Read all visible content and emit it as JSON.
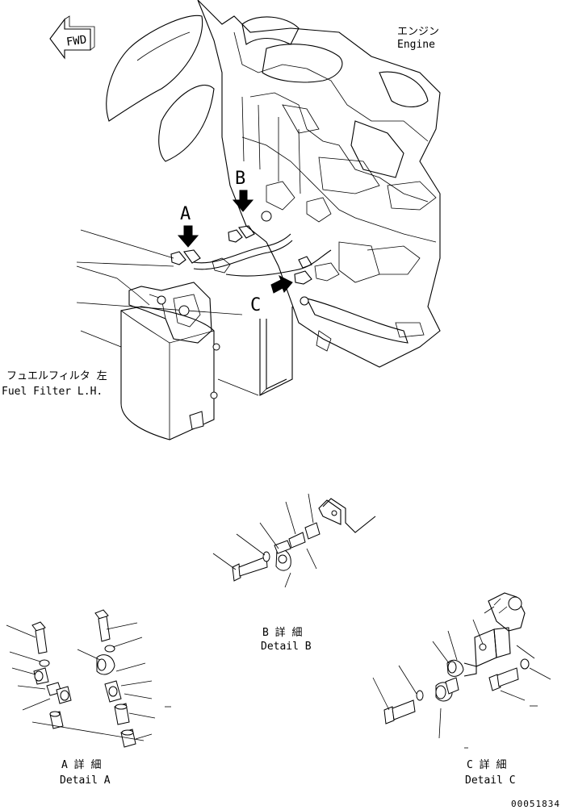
{
  "labels": {
    "fwd": "FWD",
    "engine_jp": "エンジン",
    "engine_en": "Engine",
    "fuel_filter_jp": "フュエルフィルタ 左",
    "fuel_filter_en": "Fuel Filter L.H.",
    "callout_a": "A",
    "callout_b": "B",
    "callout_c": "C",
    "detail_a_jp": "A 詳 細",
    "detail_a_en": "Detail A",
    "detail_b_jp": "B 詳 細",
    "detail_b_en": "Detail B",
    "detail_c_jp": "C 詳 細",
    "detail_c_en": "Detail C",
    "drawing_number": "00051834"
  }
}
